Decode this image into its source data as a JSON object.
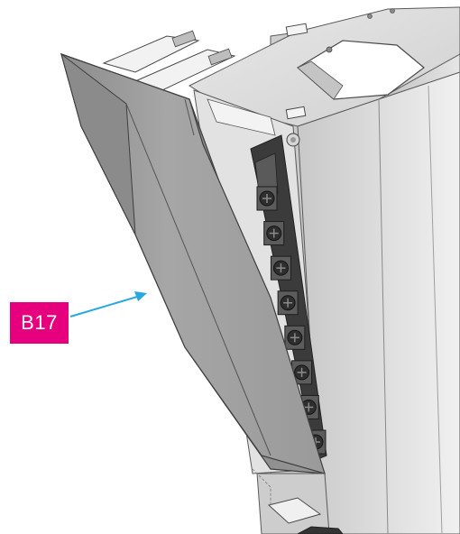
{
  "callout": {
    "label": "B17",
    "label_bg_color": "#e6007e",
    "arrow_color": "#29a8e0"
  },
  "illustration": {
    "panel_count": 2,
    "terminal_screw_count": 8
  },
  "colors": {
    "body_light": "#d9d9d9",
    "body_mid": "#b8b8b8",
    "body_dark": "#8e8e8e",
    "panel_front": "#a9a9a9",
    "panel_side": "#7f7f7f",
    "terminal_block": "#3b3b3b",
    "terminal_screw": "#5c5c5c",
    "edge_line": "#4a4a4a"
  }
}
